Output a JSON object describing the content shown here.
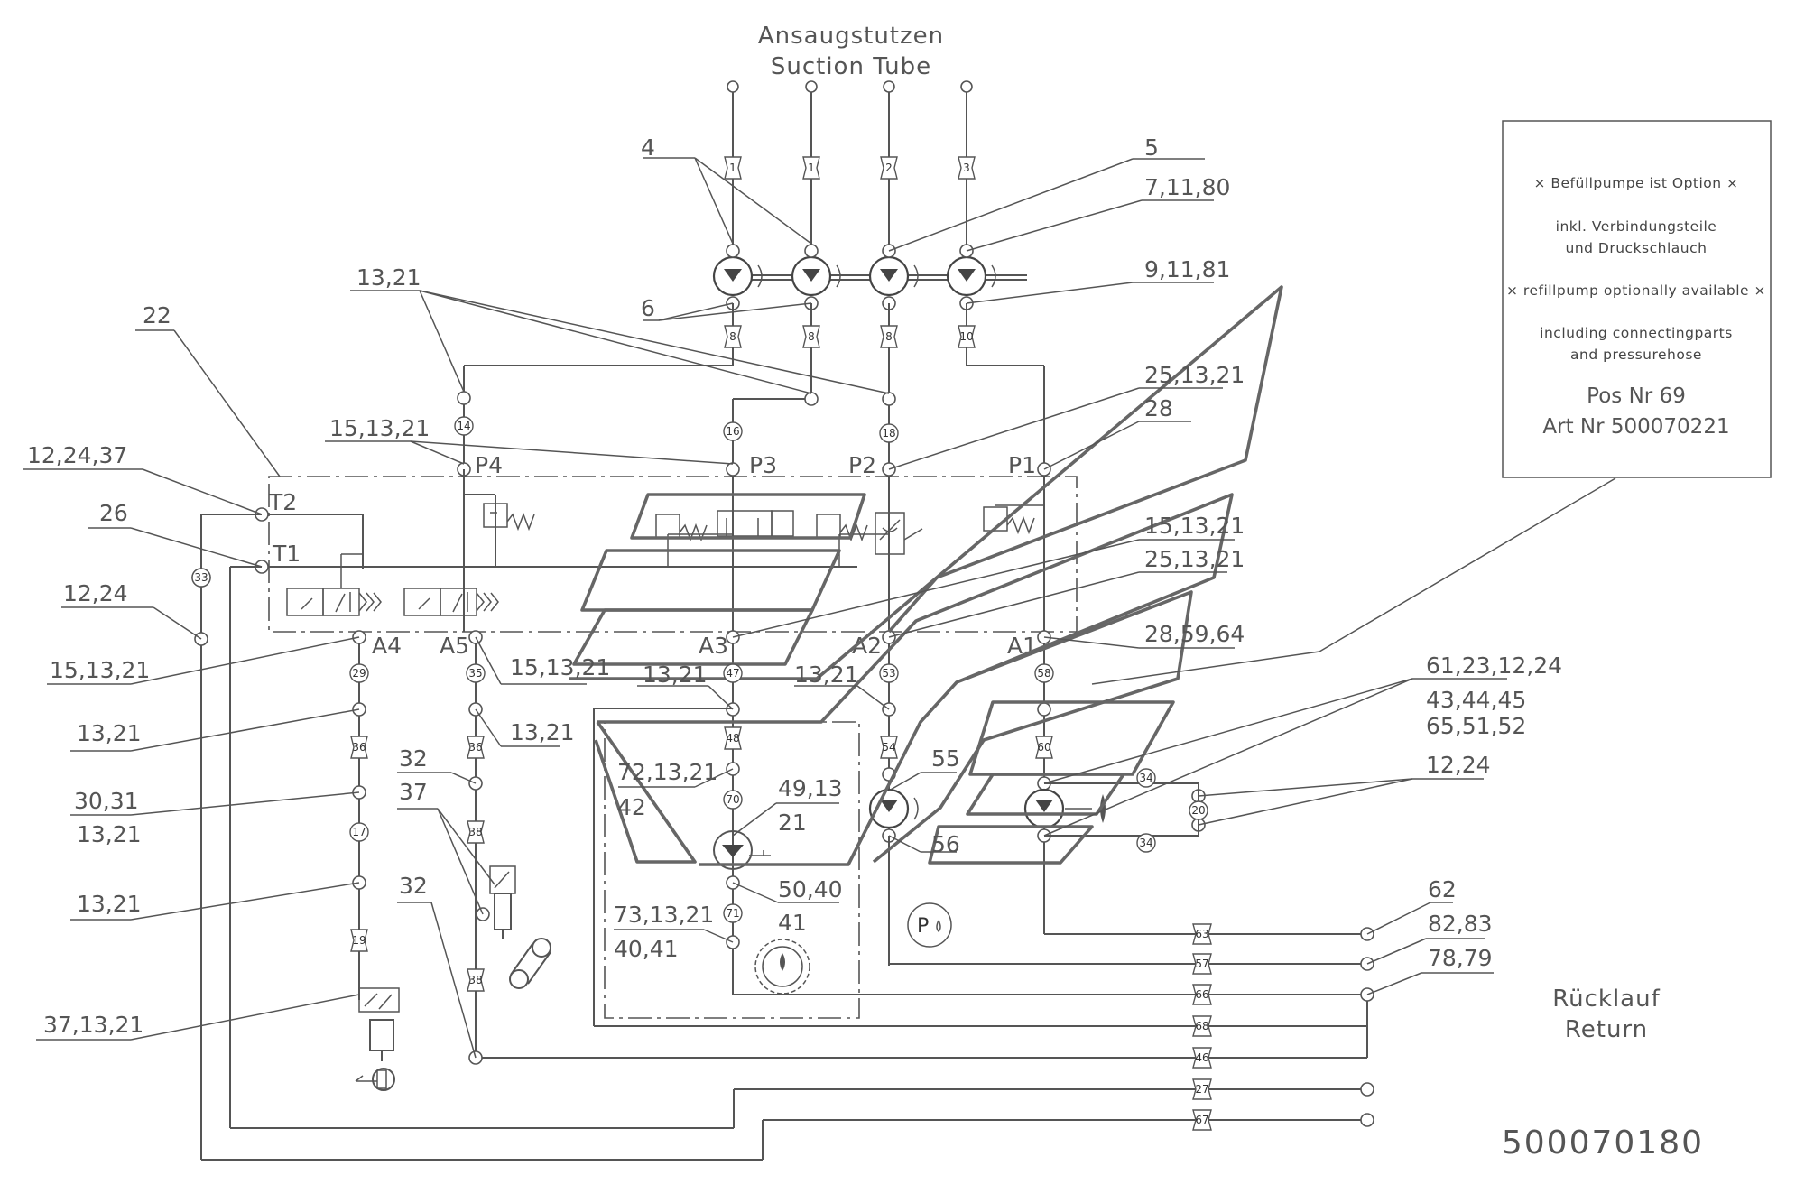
{
  "suction": {
    "de": "Ansaugstutzen",
    "en": "Suction Tube"
  },
  "return": {
    "de": "Rücklauf",
    "en": "Return"
  },
  "drawing_number": "500070180",
  "note_box": {
    "line1": "× Befüllpumpe ist Option ×",
    "line2": "inkl. Verbindungsteile",
    "line3": "und Druckschlauch",
    "line4": "× refillpump optionally available ×",
    "line5": "including connectingparts",
    "line6": "and pressurehose",
    "pos": "Pos Nr 69",
    "art": "Art Nr 500070221"
  },
  "ports": {
    "p4": "P4",
    "p3": "P3",
    "p2": "P2",
    "p1": "P1",
    "t2": "T2",
    "t1": "T1",
    "a4": "A4",
    "a5": "A5",
    "a3": "A3",
    "a2": "A2",
    "a1": "A1"
  },
  "callouts": {
    "c4": "4",
    "c6": "6",
    "c5": "5",
    "c7_11_80": "7,11,80",
    "c9_11_81": "9,11,81",
    "c13_21_top": "13,21",
    "c22": "22",
    "c12_24_37": "12,24,37",
    "c15_13_21_p4": "15,13,21",
    "c26": "26",
    "c12_24_left": "12,24",
    "c25_13_21_a": "25,13,21",
    "c28": "28",
    "c15_13_21_r": "15,13,21",
    "c25_13_21_b": "25,13,21",
    "c28_59_64": "28,59,64",
    "c15_13_21_a4": "15,13,21",
    "c15_13_21_a5": "15,13,21",
    "c13_21_a3": "13,21",
    "c13_21_a2": "13,21",
    "c13_21_l1": "13,21",
    "c13_21_a5l": "13,21",
    "c30_31": "30,31",
    "c13_21_l2": "13,21",
    "c13_21_l3": "13,21",
    "c37_13_21": "37,13,21",
    "c32_a": "32",
    "c37": "37",
    "c32_b": "32",
    "c72_13_21": "72,13,21",
    "c42": "42",
    "c49_13": "49,13",
    "c21": "21",
    "c50_40": "50,40",
    "c41_a": "41",
    "c73_13_21": "73,13,21",
    "c40_41": "40,41",
    "c55": "55",
    "c56": "56",
    "c61_23_12_24": "61,23,12,24",
    "c43_44_45": "43,44,45",
    "c65_51_52": "65,51,52",
    "c12_24_right": "12,24",
    "c62": "62",
    "c82_83": "82,83",
    "c78_79": "78,79"
  },
  "line_tags": [
    {
      "id": "hose-1a",
      "text": "1"
    },
    {
      "id": "hose-1b",
      "text": "1"
    },
    {
      "id": "hose-2",
      "text": "2"
    },
    {
      "id": "hose-3",
      "text": "3"
    },
    {
      "id": "hose-8a",
      "text": "8"
    },
    {
      "id": "hose-8b",
      "text": "8"
    },
    {
      "id": "hose-8c",
      "text": "8"
    },
    {
      "id": "hose-10",
      "text": "10"
    },
    {
      "id": "fit-14",
      "text": "14"
    },
    {
      "id": "fit-16",
      "text": "16"
    },
    {
      "id": "fit-18",
      "text": "18"
    },
    {
      "id": "fit-33",
      "text": "33"
    },
    {
      "id": "fit-29",
      "text": "29"
    },
    {
      "id": "fit-35",
      "text": "35"
    },
    {
      "id": "fit-47",
      "text": "47"
    },
    {
      "id": "fit-53",
      "text": "53"
    },
    {
      "id": "fit-58",
      "text": "58"
    },
    {
      "id": "hose-36a",
      "text": "36"
    },
    {
      "id": "hose-36b",
      "text": "36"
    },
    {
      "id": "fit-17",
      "text": "17"
    },
    {
      "id": "hose-19",
      "text": "19"
    },
    {
      "id": "hose-38a",
      "text": "38"
    },
    {
      "id": "hose-38b",
      "text": "38"
    },
    {
      "id": "hose-48",
      "text": "48"
    },
    {
      "id": "fit-70",
      "text": "70"
    },
    {
      "id": "fit-71",
      "text": "71"
    },
    {
      "id": "hose-54",
      "text": "54"
    },
    {
      "id": "hose-60",
      "text": "60"
    },
    {
      "id": "fit-34a",
      "text": "34"
    },
    {
      "id": "fit-34b",
      "text": "34"
    },
    {
      "id": "fit-20",
      "text": "20"
    },
    {
      "id": "hose-63",
      "text": "63"
    },
    {
      "id": "hose-57",
      "text": "57"
    },
    {
      "id": "hose-66",
      "text": "66"
    },
    {
      "id": "hose-68",
      "text": "68"
    },
    {
      "id": "hose-46",
      "text": "46"
    },
    {
      "id": "hose-27",
      "text": "27"
    },
    {
      "id": "hose-67",
      "text": "67"
    }
  ]
}
